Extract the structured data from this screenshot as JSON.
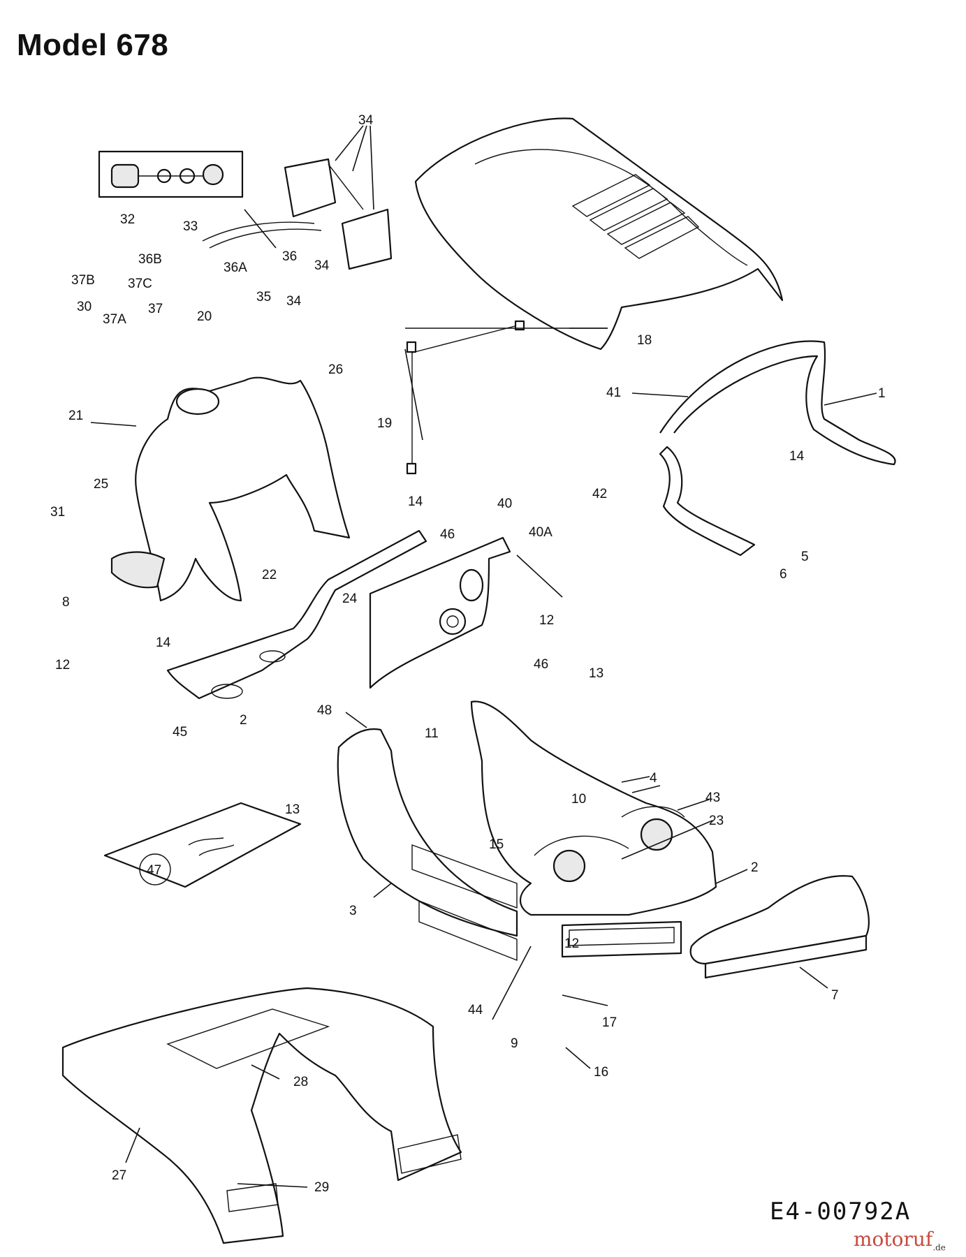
{
  "title": "Model 678",
  "drawing_code": "E4-00792A",
  "watermark": "motoruf",
  "watermark_suffix": ".de",
  "callouts": {
    "c34a": "34",
    "c32": "32",
    "c33": "33",
    "c36B": "36B",
    "c36A": "36A",
    "c36": "36",
    "c34b": "34",
    "c37B": "37B",
    "c37C": "37C",
    "c37": "37",
    "c37A": "37A",
    "c30": "30",
    "c20": "20",
    "c35": "35",
    "c34c": "34",
    "c26": "26",
    "c18": "18",
    "c21": "21",
    "c19": "19",
    "c41": "41",
    "c1": "1",
    "c14a": "14",
    "c42": "42",
    "c25": "25",
    "c14b": "14",
    "c31": "31",
    "c40": "40",
    "c40A": "40A",
    "c46a": "46",
    "c22": "22",
    "c24": "24",
    "c5": "5",
    "c6": "6",
    "c8": "8",
    "c12a": "12",
    "c14c": "14",
    "c12b": "12",
    "c46b": "46",
    "c13a": "13",
    "c45": "45",
    "c2a": "2",
    "c48": "48",
    "c11": "11",
    "c4": "4",
    "c43": "43",
    "c13b": "13",
    "c10": "10",
    "c23": "23",
    "c15": "15",
    "c47": "47",
    "c2b": "2",
    "c3": "3",
    "c12c": "12",
    "c7": "7",
    "c44": "44",
    "c17": "17",
    "c9": "9",
    "c16": "16",
    "c28": "28",
    "c27": "27",
    "c29": "29"
  }
}
